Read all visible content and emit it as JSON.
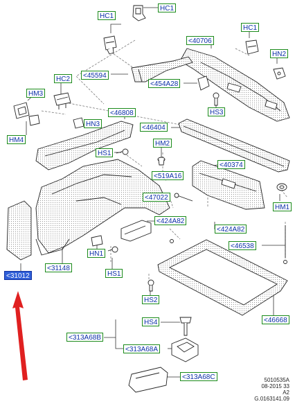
{
  "colors": {
    "label_border": "#1a8a1a",
    "label_text": "#0b2fa8",
    "selected_fill": "#2f5fd8",
    "arrow": "#e02020",
    "line": "#333333"
  },
  "labels": {
    "hc1_top": "HC1",
    "hc1_right": "HC1",
    "a40706": "<40706",
    "hn2": "HN2",
    "a45594": "<45594",
    "a454a28": "<454A28",
    "hc2": "HC2",
    "hm3": "HM3",
    "hs3": "HS3",
    "hm4": "HM4",
    "a46808": "<46808",
    "hn3": "HN3",
    "a46404": "<46404",
    "hs1_top": "HS1",
    "hm2": "HM2",
    "a40374": "<40374",
    "a519a16": "<519A16",
    "a47022": "<47022",
    "hm1": "HM1",
    "a424a82_a": "<424A82",
    "a424a82_b": "<424A82",
    "a31012": "<31012",
    "a31148": "<31148",
    "hn1": "HN1",
    "a46538": "<46538",
    "hs1_bottom": "HS1",
    "hs2": "HS2",
    "a46668": "<46668",
    "hs4": "HS4",
    "a313a68b": "<313A68B",
    "a313a68a": "<313A68A",
    "a313a68c": "<313A68C"
  },
  "footer": {
    "line1": "5010535A",
    "line2": "08-2015 33",
    "line3": "A2",
    "line4": "G.0163141.09"
  }
}
